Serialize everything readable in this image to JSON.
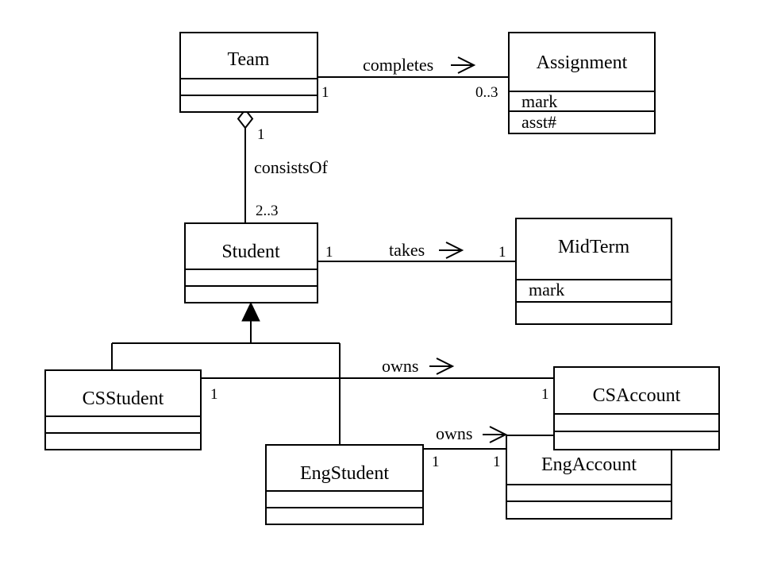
{
  "classes": {
    "team": {
      "name": "Team",
      "attributes": []
    },
    "assignment": {
      "name": "Assignment",
      "attributes": [
        "mark",
        "asst#"
      ]
    },
    "student": {
      "name": "Student",
      "attributes": []
    },
    "midterm": {
      "name": "MidTerm",
      "attributes": [
        "mark"
      ]
    },
    "csstudent": {
      "name": "CSStudent",
      "attributes": []
    },
    "engstudent": {
      "name": "EngStudent",
      "attributes": []
    },
    "csaccount": {
      "name": "CSAccount",
      "attributes": []
    },
    "engaccount": {
      "name": "EngAccount",
      "attributes": []
    }
  },
  "associations": {
    "completes": {
      "label": "completes",
      "source_mult": "1",
      "target_mult": "0..3"
    },
    "consists_of": {
      "label": "consistsOf",
      "source_mult": "1",
      "target_mult": "2..3"
    },
    "takes": {
      "label": "takes",
      "source_mult": "1",
      "target_mult": "1"
    },
    "cs_owns": {
      "label": "owns",
      "source_mult": "1",
      "target_mult": "1"
    },
    "eng_owns": {
      "label": "owns",
      "source_mult": "1",
      "target_mult": "1"
    }
  },
  "colors": {
    "stroke": "#000000",
    "background": "#ffffff"
  }
}
